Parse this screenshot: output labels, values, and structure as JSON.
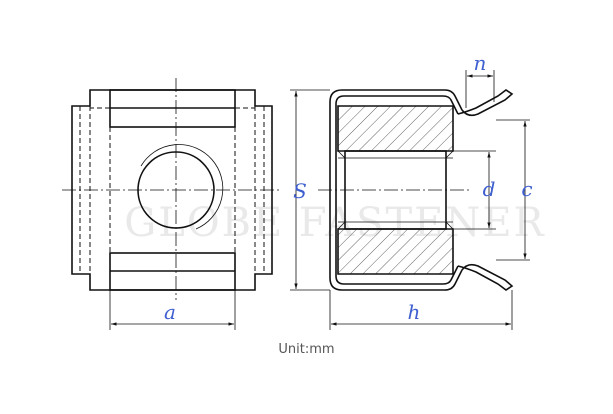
{
  "watermark": "GLOBE FASTENER",
  "dimensions": {
    "a": "a",
    "S": "S",
    "h": "h",
    "n": "n",
    "d": "d",
    "c": "c"
  },
  "unit_label": "Unit:mm",
  "colors": {
    "line": "#111111",
    "dimension_text": "#3f5fd0",
    "watermark": "#e9e9e9"
  }
}
